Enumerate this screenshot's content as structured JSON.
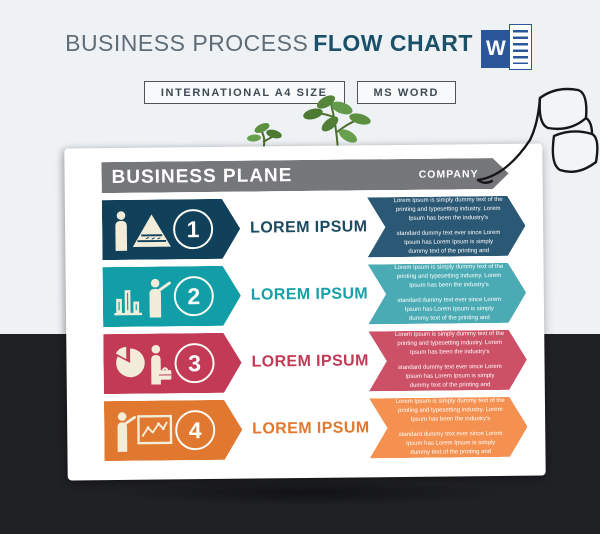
{
  "background": {
    "top_color": "#eef2f5",
    "bottom_color": "#202125"
  },
  "header": {
    "title_regular": "BUSINESS PROCESS",
    "title_bold": "FLOW CHART",
    "word_icon": {
      "letter": "W",
      "color": "#2b579a"
    },
    "badges": [
      {
        "label": "INTERNATIONAL A4 SIZE"
      },
      {
        "label": "MS WORD"
      }
    ]
  },
  "card": {
    "banner": {
      "title": "BUSINESS PLANE",
      "company": "COMPANY",
      "color": "#76777a"
    },
    "rows": [
      {
        "number": "1",
        "label": "LOREM IPSUM",
        "icon": "person-pyramid-icon",
        "banner_color": "#11405a",
        "block_color": "#2b5874",
        "desc1": "Lorem Ipsum is simply dummy text of the printing and typesetting industry. Lorem Ipsum has been the industry's",
        "desc2": "standard dummy text ever since Lorem Ipsum has Lorem Ipsum is simply dummy text of the printing and"
      },
      {
        "number": "2",
        "label": "LOREM IPSUM",
        "icon": "bar-chart-presenter-icon",
        "banner_color": "#119ea6",
        "block_color": "#4aabb4",
        "desc1": "Lorem Ipsum is simply dummy text of the printing and typesetting industry. Lorem Ipsum has been the industry's",
        "desc2": "standard dummy text ever since Lorem Ipsum has Lorem Ipsum is simply dummy text of the printing and"
      },
      {
        "number": "3",
        "label": "LOREM IPSUM",
        "icon": "pie-chart-businessman-icon",
        "banner_color": "#c23a55",
        "block_color": "#cc5066",
        "desc1": "Lorem Ipsum is simply dummy text of the printing and typesetting industry. Lorem Ipsum has been the industry's",
        "desc2": "standard dummy text ever since Lorem Ipsum has Lorem Ipsum is simply dummy text of the printing and"
      },
      {
        "number": "4",
        "label": "LOREM IPSUM",
        "icon": "presenter-line-chart-icon",
        "banner_color": "#e1782f",
        "block_color": "#f49150",
        "desc1": "Lorem Ipsum is simply dummy text of the printing and typesetting industry. Lorem Ipsum has been the industry's",
        "desc2": "standard dummy text ever since Lorem Ipsum has Lorem Ipsum is simply dummy text of the printing and"
      }
    ]
  },
  "decorations": {
    "icons": [
      "word-logo-icon",
      "plant-decoration",
      "glasses-decoration"
    ]
  }
}
